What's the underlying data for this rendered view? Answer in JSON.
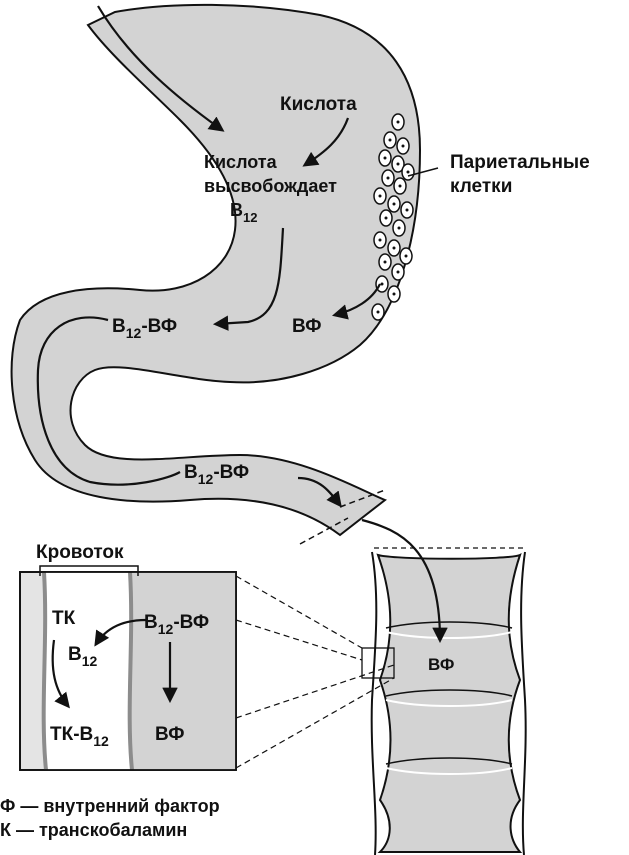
{
  "labels": {
    "acid": "Кислота",
    "acid_releases_line1": "Кислота",
    "acid_releases_line2": "высвобождает",
    "b12_line": "B",
    "b12_sub": "12",
    "parietal_line1": "Париетальные",
    "parietal_line2": "клетки",
    "if_stomach": "ВФ",
    "b12if_stomach_b": "B",
    "b12if_stomach_sub": "12",
    "b12if_stomach_rest": "-ВФ",
    "b12if_duodenum_b": "B",
    "b12if_duodenum_sub": "12",
    "b12if_duodenum_rest": "-ВФ",
    "if_ileum": "ВФ",
    "bloodstream": "Кровоток",
    "inset_tc": "ТК",
    "inset_b12_b": "B",
    "inset_b12_sub": "12",
    "inset_b12if_b": "B",
    "inset_b12if_sub": "12",
    "inset_b12if_rest": "-ВФ",
    "inset_tcb12_prefix": "ТК-B",
    "inset_tcb12_sub": "12",
    "inset_if": "ВФ",
    "legend_if": "Ф — внутренний фактор",
    "legend_tc": "К — транскобаламин"
  },
  "colors": {
    "organ_fill": "#d3d3d3",
    "outline": "#111111",
    "vessel_wall": "#8c8c8c",
    "inset_light": "#e4e4e4"
  }
}
